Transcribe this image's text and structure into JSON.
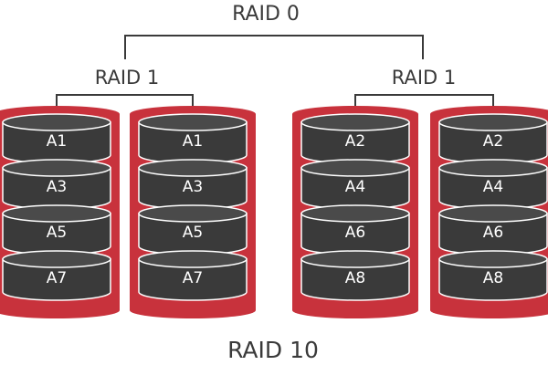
{
  "diagram": {
    "title_top": "RAID 0",
    "title_bottom": "RAID 10",
    "groups": [
      {
        "label": "RAID 1",
        "disks": [
          {
            "slots": [
              "A1",
              "A3",
              "A5",
              "A7"
            ]
          },
          {
            "slots": [
              "A1",
              "A3",
              "A5",
              "A7"
            ]
          }
        ]
      },
      {
        "label": "RAID 1",
        "disks": [
          {
            "slots": [
              "A2",
              "A4",
              "A6",
              "A8"
            ]
          },
          {
            "slots": [
              "A2",
              "A4",
              "A6",
              "A8"
            ]
          }
        ]
      }
    ]
  },
  "colors": {
    "disk_red": "#c8323c",
    "disk_dark": "#3a3a3a",
    "disk_top": "#4a4a4a",
    "line": "#3a3a3a",
    "text": "#3a3a3a",
    "slot_text": "#ffffff"
  }
}
